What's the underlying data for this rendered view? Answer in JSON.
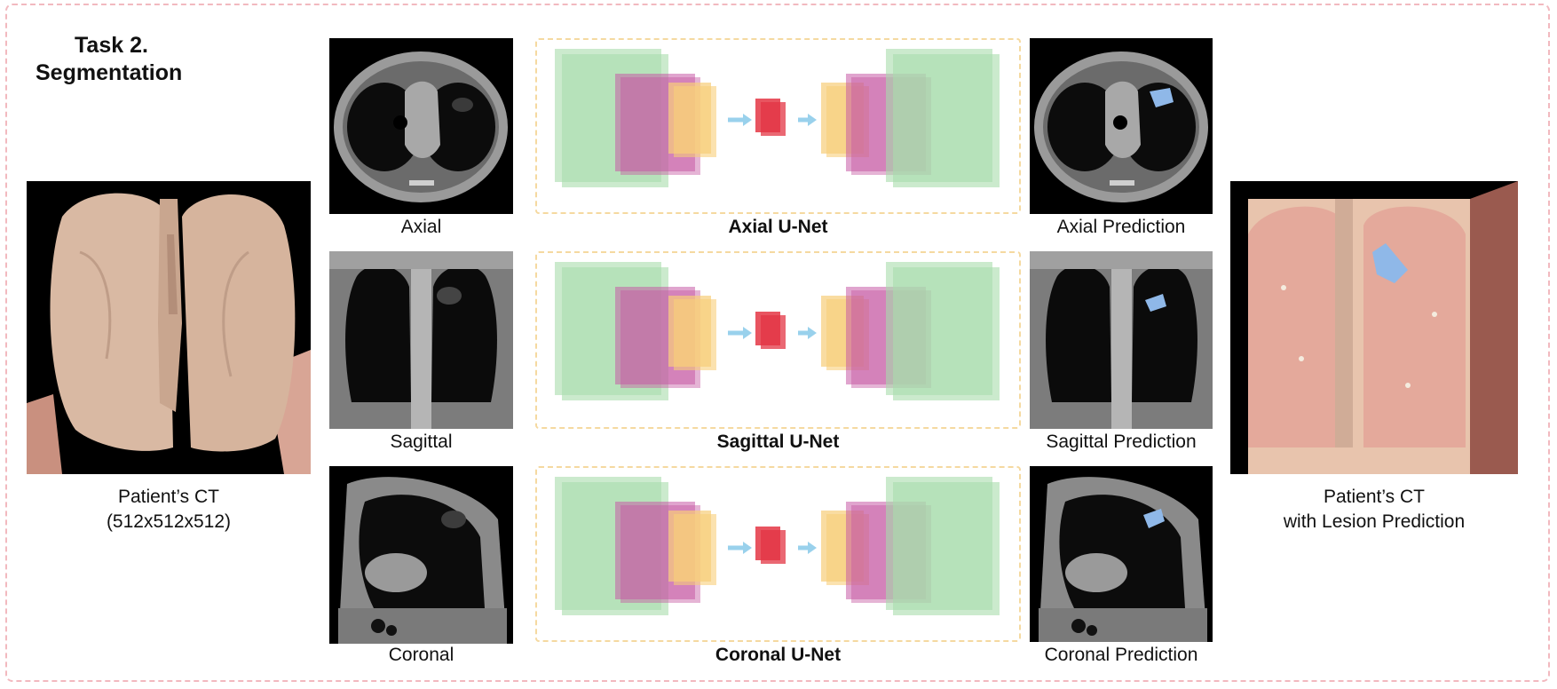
{
  "task": {
    "line1": "Task 2.",
    "line2": "Segmentation"
  },
  "input": {
    "caption_line1": "Patient’s CT",
    "caption_line2": "(512x512x512)"
  },
  "output": {
    "caption_line1": "Patient’s CT",
    "caption_line2": "with Lesion Prediction"
  },
  "rows": [
    {
      "view": "Axial",
      "net": "Axial U-Net",
      "prediction": "Axial Prediction"
    },
    {
      "view": "Sagittal",
      "net": "Sagittal U-Net",
      "prediction": "Sagittal Prediction"
    },
    {
      "view": "Coronal",
      "net": "Coronal U-Net",
      "prediction": "Coronal Prediction"
    }
  ],
  "colors": {
    "frame": "#f2b9bf",
    "unet_border": "#f5d9a0",
    "green_layer": "#9ed9a4",
    "magenta_layer": "#c0479a",
    "orange_layer": "#f6c96b",
    "red_layer": "#e02030",
    "arrow": "#8fcdeb",
    "lesion": "#8fb8e8",
    "lung_tissue": "#e8c4ad"
  }
}
